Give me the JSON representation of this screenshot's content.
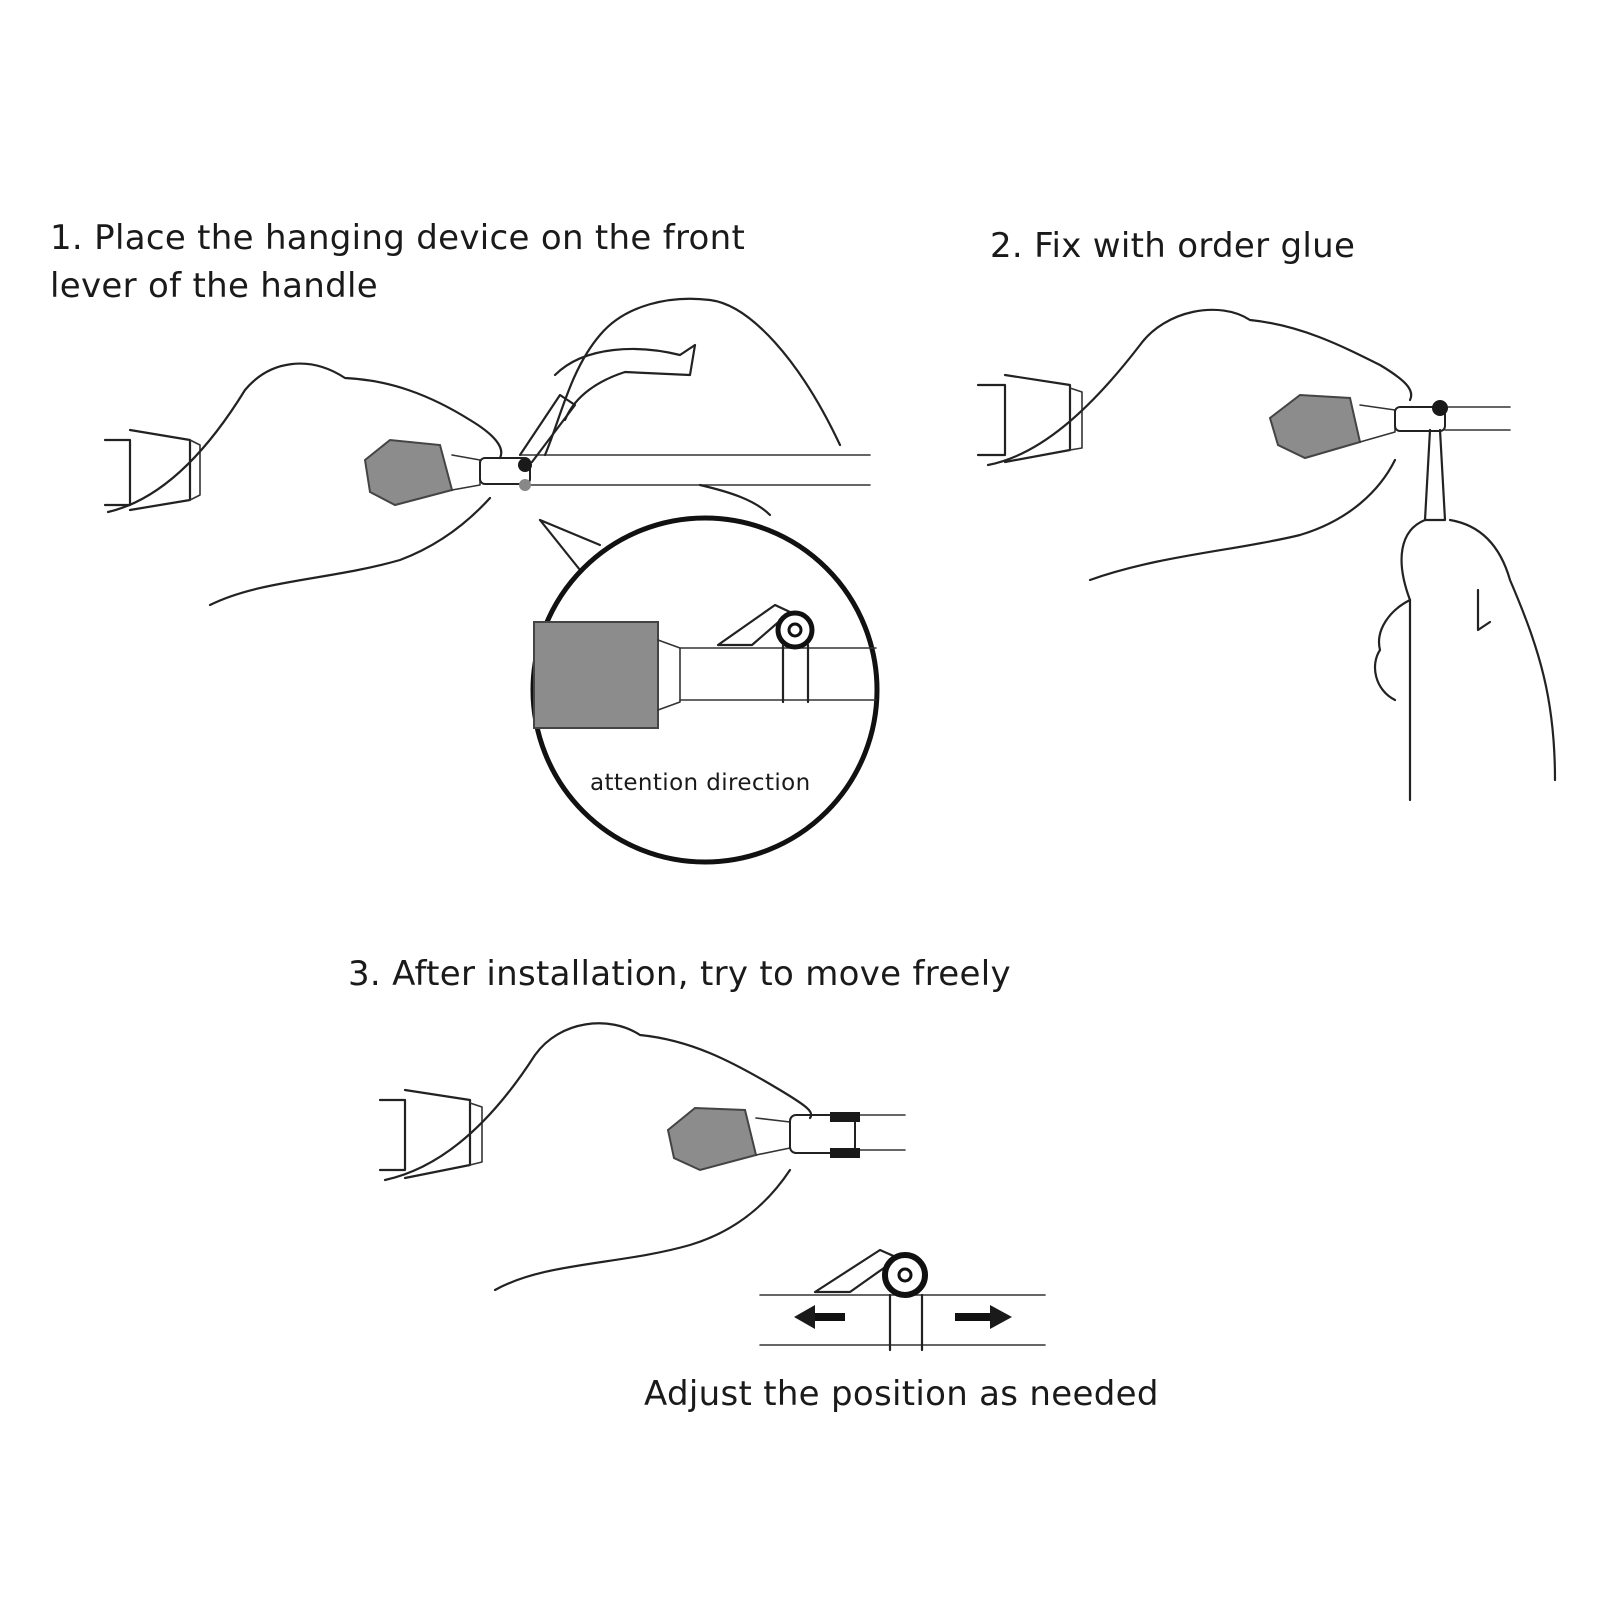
{
  "steps": {
    "step1": "1. Place the hanging device on the front\nlever of the handle",
    "step2": "2. Fix with order glue",
    "step3": "3. After installation, try to move freely"
  },
  "callout": {
    "label": "attention direction"
  },
  "adjust": {
    "label": "Adjust the position as needed"
  }
}
